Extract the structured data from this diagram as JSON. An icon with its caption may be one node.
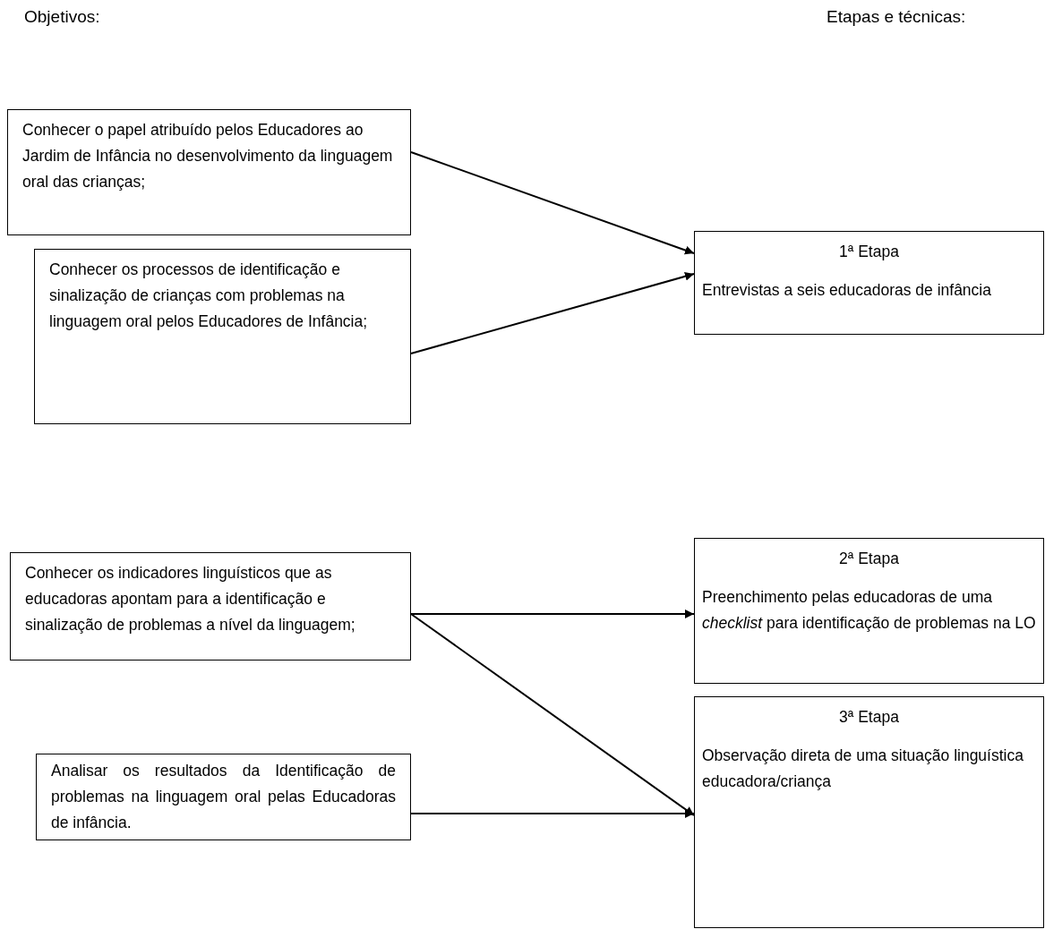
{
  "diagram": {
    "nodes": [
      {
        "text": [
          "Conhecer o papel atribuído pelos Educadores ao Jardim de Infância no desenvolvimento da linguagem oral das crianças;"
        ]
      },
      {
        "text": [
          "Conhecer os processos de identificação e sinalização de crianças com problemas na linguagem oral pelos Educadores de Infância;"
        ]
      },
      {
        "text": [
          "Conhecer os indicadores linguísticos que as educadoras apontam para a identificação e sinalização de problemas a nível da linguagem;"
        ]
      },
      {
        "text": [
          "Analisar os resultados da Identificação de problemas na linguagem oral pelas Educadoras de infância."
        ]
      },
      {
        "text": [
          "1ª Etapa",
          "Entrevistas a seis educadoras de infância"
        ]
      },
      {
        "text": [
          "2ª Etapa",
          "Preenchimento pelas educadoras de uma *checklist* para identificação de problemas na LO"
        ]
      },
      {
        "text": [
          "3ª Etapa",
          "Observação direta de uma situação linguística educadora/criança"
        ]
      }
    ],
    "edges": [
      {
        "from": 0,
        "to": 4,
        "arrow": "to"
      },
      {
        "from": 1,
        "to": 4,
        "arrow": "to"
      },
      {
        "from": 2,
        "to": 5,
        "arrow": "to"
      },
      {
        "from": 2,
        "to": 6,
        "arrow": "to"
      },
      {
        "from": 3,
        "to": 6,
        "arrow": "to"
      }
    ],
    "labels": [
      "Objetivos:",
      "Etapas e técnicas:"
    ]
  }
}
